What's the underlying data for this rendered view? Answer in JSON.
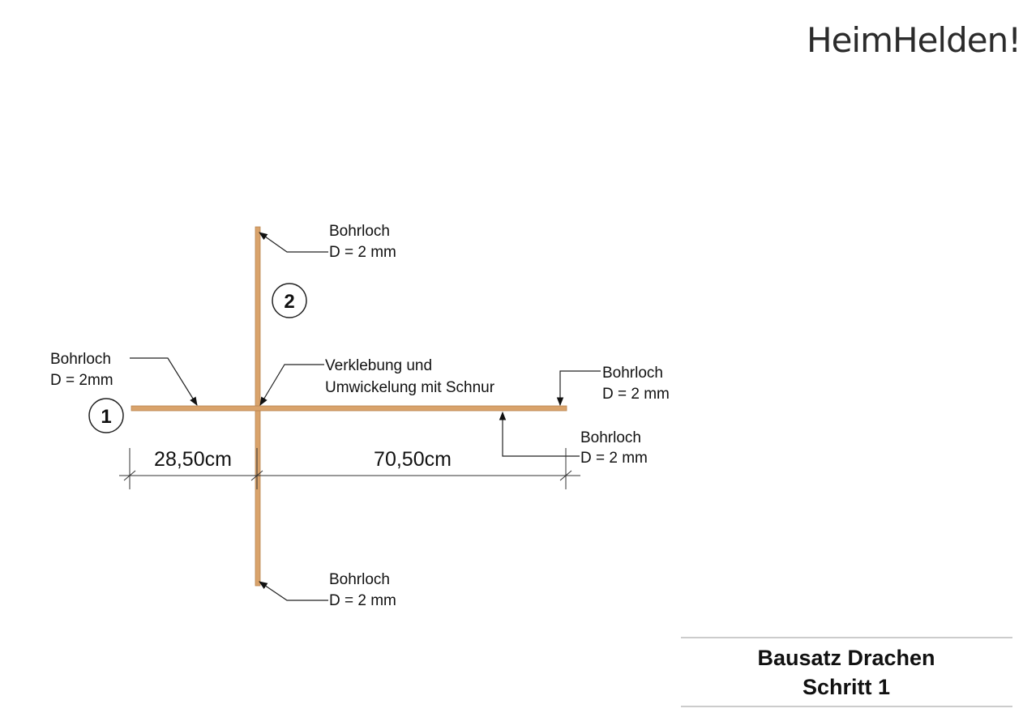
{
  "logo": {
    "text": "HeimHelden!"
  },
  "parts": {
    "part1": "1",
    "part2": "2"
  },
  "callouts": {
    "top": {
      "line1": "Bohrloch",
      "line2": "D = 2 mm"
    },
    "left": {
      "line1": "Bohrloch",
      "line2": "D = 2mm"
    },
    "center": {
      "line1": "Verklebung und",
      "line2": "Umwickelung mit Schnur"
    },
    "right_top": {
      "line1": "Bohrloch",
      "line2": "D = 2 mm"
    },
    "right_bottom": {
      "line1": "Bohrloch",
      "line2": "D = 2 mm"
    },
    "bottom": {
      "line1": "Bohrloch",
      "line2": "D = 2 mm"
    }
  },
  "dimensions": {
    "left": "28,50cm",
    "right": "70,50cm"
  },
  "title_block": {
    "line1": "Bausatz Drachen",
    "line2": "Schritt 1"
  },
  "colors": {
    "stick": "#d9a36b",
    "stick_edge": "#b9844f",
    "ink": "#111111"
  }
}
